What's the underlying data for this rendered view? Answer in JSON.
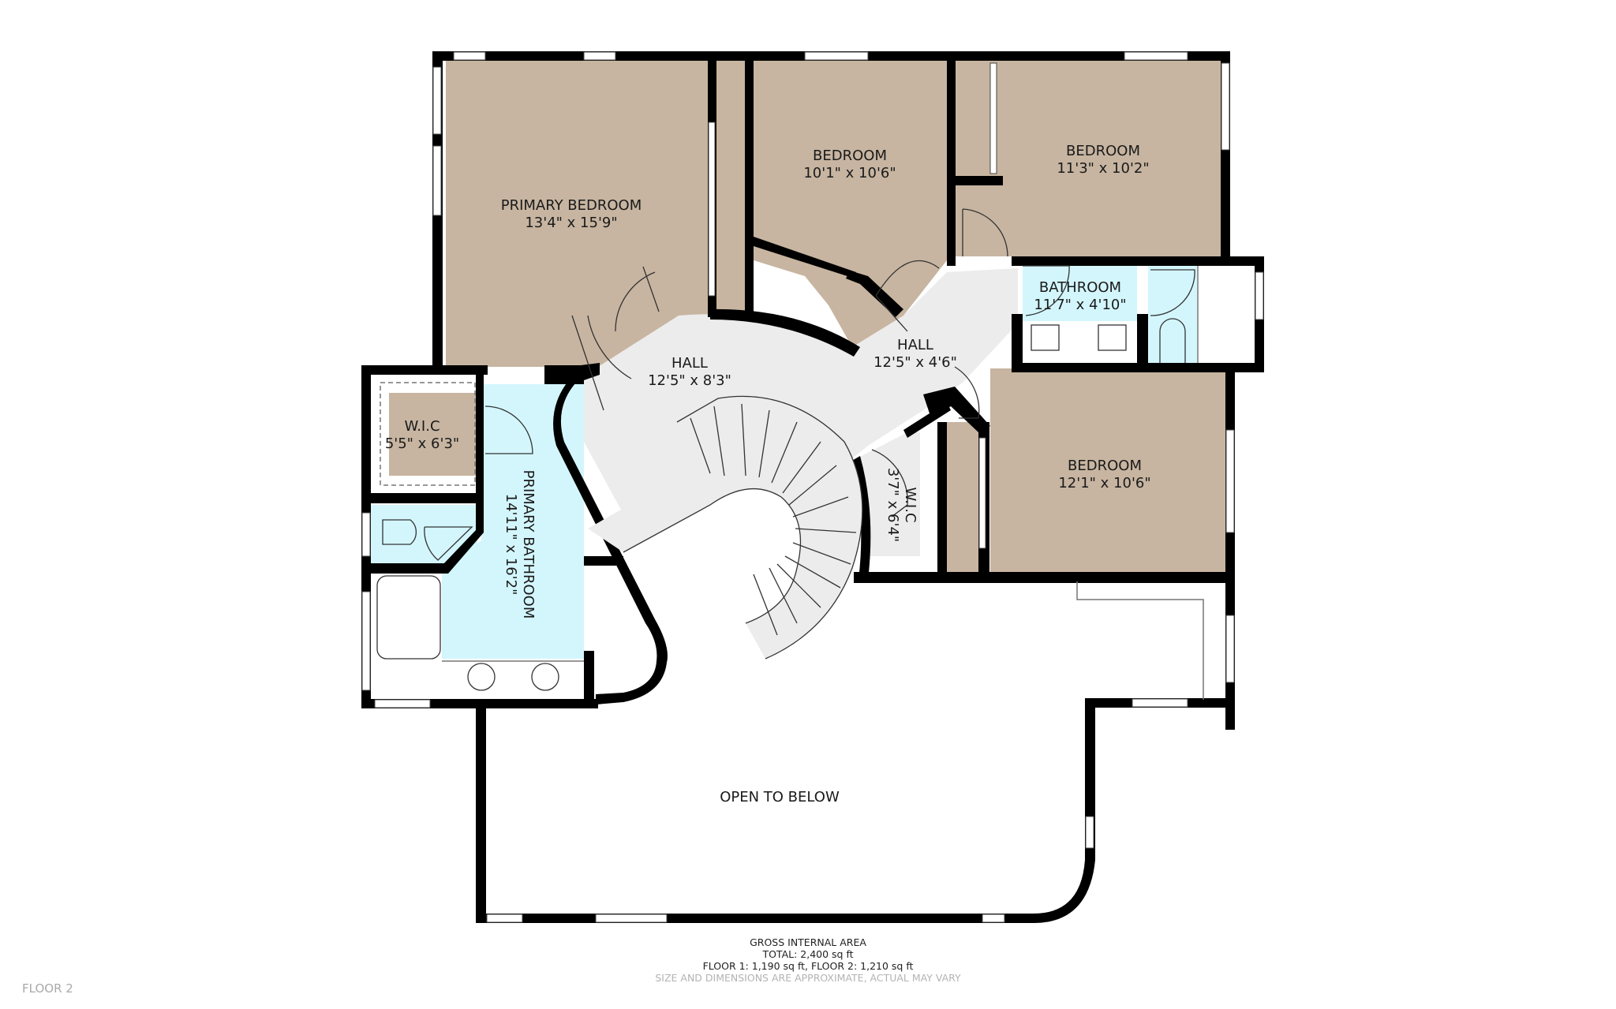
{
  "plan": {
    "floor_label": "FLOOR 2",
    "rooms": {
      "primary_bedroom": {
        "name": "PRIMARY BEDROOM",
        "dims": "13'4\" x 15'9\""
      },
      "bedroom_1": {
        "name": "BEDROOM",
        "dims": "10'1\" x 10'6\""
      },
      "bedroom_2": {
        "name": "BEDROOM",
        "dims": "11'3\" x 10'2\""
      },
      "bedroom_3": {
        "name": "BEDROOM",
        "dims": "12'1\" x 10'6\""
      },
      "bathroom": {
        "name": "BATHROOM",
        "dims": "11'7\" x 4'10\""
      },
      "hall_main": {
        "name": "HALL",
        "dims": "12'5\" x 8'3\""
      },
      "hall_side": {
        "name": "HALL",
        "dims": "12'5\" x 4'6\""
      },
      "wic_primary": {
        "name": "W.I.C",
        "dims": "5'5\" x 6'3\""
      },
      "wic_small": {
        "name": "W.I.C",
        "dims": "3'7\" x 6'4\""
      },
      "primary_bathroom": {
        "name": "PRIMARY BATHROOM",
        "dims": "14'11\" x 16'2\""
      },
      "open_to_below": {
        "name": "OPEN TO BELOW"
      }
    },
    "colors": {
      "bedroom_fill": "#c7b5a1",
      "hall_fill": "#ececec",
      "bathroom_fill": "#d3f6fd",
      "wall": "#000000"
    }
  },
  "footer": {
    "title": "GROSS INTERNAL AREA",
    "total": "TOTAL: 2,400 sq ft",
    "floors": "FLOOR 1: 1,190 sq ft, FLOOR 2: 1,210 sq ft",
    "disclaimer": "SIZE AND DIMENSIONS ARE APPROXIMATE, ACTUAL MAY VARY"
  }
}
